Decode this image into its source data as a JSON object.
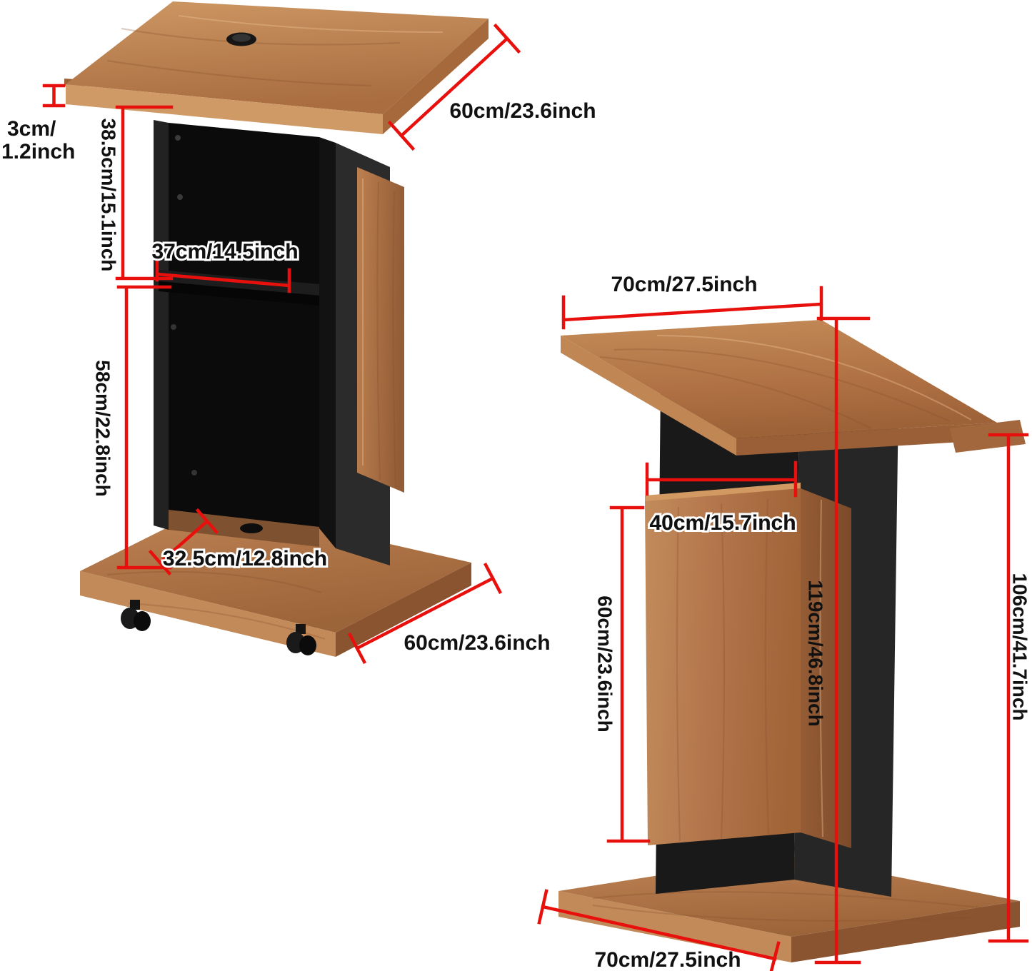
{
  "background": "#ffffff",
  "colors": {
    "dimension_red": "#e8100c",
    "label_text": "#111111",
    "wood_light": "#c08b5a",
    "wood_mid": "#b0744a",
    "wood_dark": "#8f5733",
    "cabinet_black": "#181818"
  },
  "views": {
    "front": {
      "dims": {
        "desk_depth": "60cm/23.6inch",
        "desk_thickness_line1": "3cm/",
        "desk_thickness_line2": "1.2inch",
        "upper_height": "38.5cm/15.1inch",
        "shelf_width": "37cm/14.5inch",
        "lower_height": "58cm/22.8inch",
        "base_opening_depth": "32.5cm/12.8inch",
        "base_depth": "60cm/23.6inch"
      }
    },
    "side": {
      "dims": {
        "desktop_width": "70cm/27.5inch",
        "panel_width": "40cm/15.7inch",
        "panel_height": "60cm/23.6inch",
        "overall_height": "119cm/46.8inch",
        "side_height": "106cm/41.7inch",
        "base_width": "70cm/27.5inch"
      }
    }
  }
}
